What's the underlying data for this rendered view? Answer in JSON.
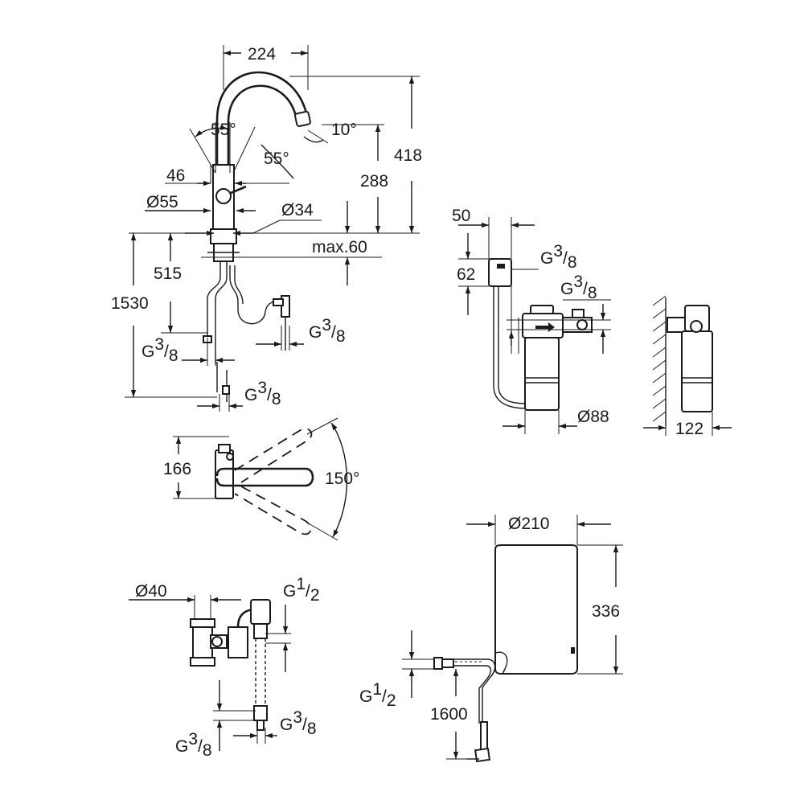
{
  "labels": {
    "w224": "224",
    "h418": "418",
    "h288": "288",
    "a10": "10°",
    "a55a": "55°",
    "a55b": "55°",
    "d46": "46",
    "dia55": "Ø55",
    "dia34": "Ø34",
    "max60": "max.60",
    "d515": "515",
    "d1530": "1530",
    "g38_left": {
      "base": "G",
      "sup": "3",
      "sub": "8"
    },
    "g38_bottom": {
      "base": "G",
      "sup": "3",
      "sub": "8"
    },
    "g38_right": {
      "base": "G",
      "sup": "3",
      "sub": "8"
    },
    "w50": "50",
    "h62": "62",
    "g38_filter_top": {
      "base": "G",
      "sup": "3",
      "sub": "8"
    },
    "g38_filter_mid": {
      "base": "G",
      "sup": "3",
      "sub": "8"
    },
    "dia88": "Ø88",
    "w122": "122",
    "d166": "166",
    "a150": "150°",
    "dia40": "Ø40",
    "g12_top": {
      "base": "G",
      "sup": "1",
      "sub": "2"
    },
    "g38_bl": {
      "base": "G",
      "sup": "3",
      "sub": "8"
    },
    "g38_br": {
      "base": "G",
      "sup": "3",
      "sub": "8"
    },
    "dia210": "Ø210",
    "h336": "336",
    "g12_boiler": {
      "base": "G",
      "sup": "1",
      "sub": "2"
    },
    "d1600": "1600"
  }
}
